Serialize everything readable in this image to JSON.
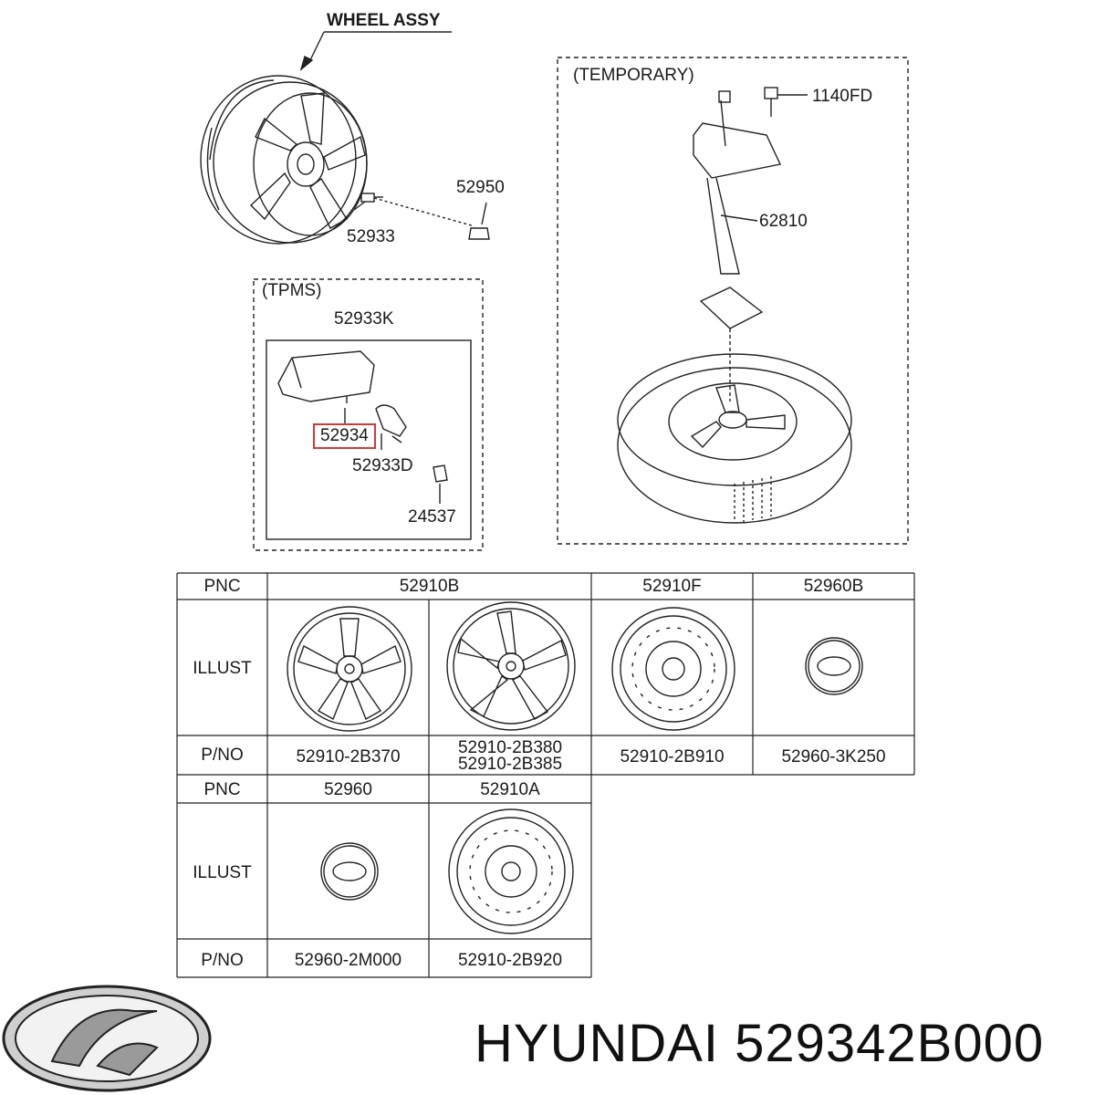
{
  "diagram": {
    "wheel_assy_label": "WHEEL ASSY",
    "temporary_label": "(TEMPORARY)",
    "tpms_label": "(TPMS)",
    "callouts": {
      "c52950": "52950",
      "c52933": "52933",
      "c1140fd": "1140FD",
      "c62810": "62810",
      "c52933k": "52933K",
      "c52934": "52934",
      "c52933d": "52933D",
      "c24537": "24537"
    },
    "highlight_color": "#d03a3a"
  },
  "table": {
    "row_pnc": "PNC",
    "row_illust": "ILLUST",
    "row_pno": "P/NO",
    "top": {
      "pnc": [
        "52910B",
        "52910F",
        "52960B"
      ],
      "pno": [
        "52910-2B370",
        "52910-2B380",
        "52910-2B385",
        "52910-2B910",
        "52960-3K250"
      ]
    },
    "bottom": {
      "pnc": [
        "52960",
        "52910A"
      ],
      "pno": [
        "52960-2M000",
        "52910-2B920"
      ]
    }
  },
  "footer": {
    "brand_text": "HYUNDAI 529342B000",
    "logo_icon": "hyundai-logo-icon"
  }
}
